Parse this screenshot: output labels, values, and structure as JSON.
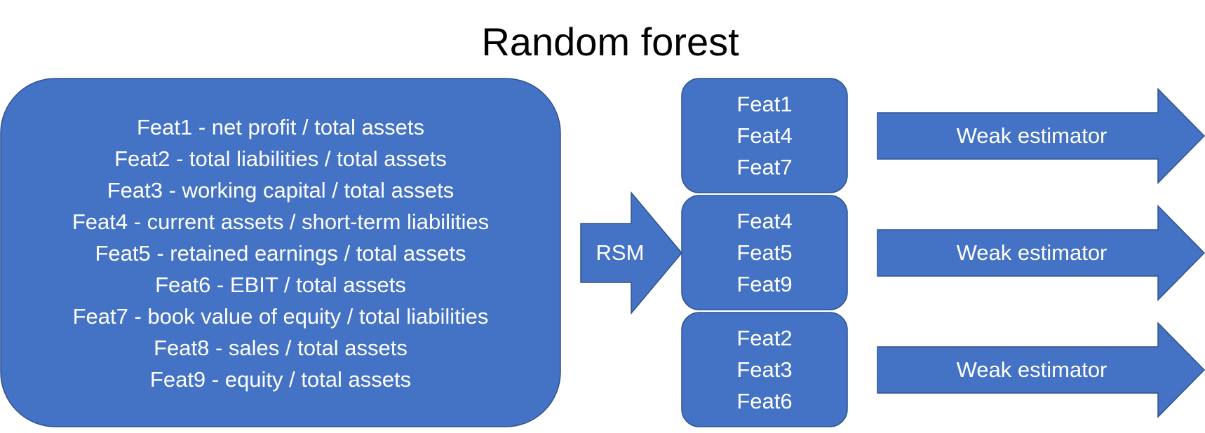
{
  "title": "Random forest",
  "colors": {
    "fill": "#4472C4",
    "stroke": "#2F528F",
    "text": "#FFFFFF"
  },
  "features": [
    "Feat1 - net profit / total assets",
    "Feat2 - total liabilities / total assets",
    "Feat3 - working capital / total assets",
    "Feat4 - current assets / short-term liabilities",
    "Feat5 - retained earnings / total assets",
    "Feat6 - EBIT / total assets",
    "Feat7 - book value of equity / total liabilities",
    "Feat8 - sales / total assets",
    "Feat9 - equity / total assets"
  ],
  "rsm_label": "RSM",
  "subsets": [
    {
      "items": [
        "Feat1",
        "Feat4",
        "Feat7"
      ],
      "estimator": "Weak estimator"
    },
    {
      "items": [
        "Feat4",
        "Feat5",
        "Feat9"
      ],
      "estimator": "Weak estimator"
    },
    {
      "items": [
        "Feat2",
        "Feat3",
        "Feat6"
      ],
      "estimator": "Weak estimator"
    }
  ]
}
